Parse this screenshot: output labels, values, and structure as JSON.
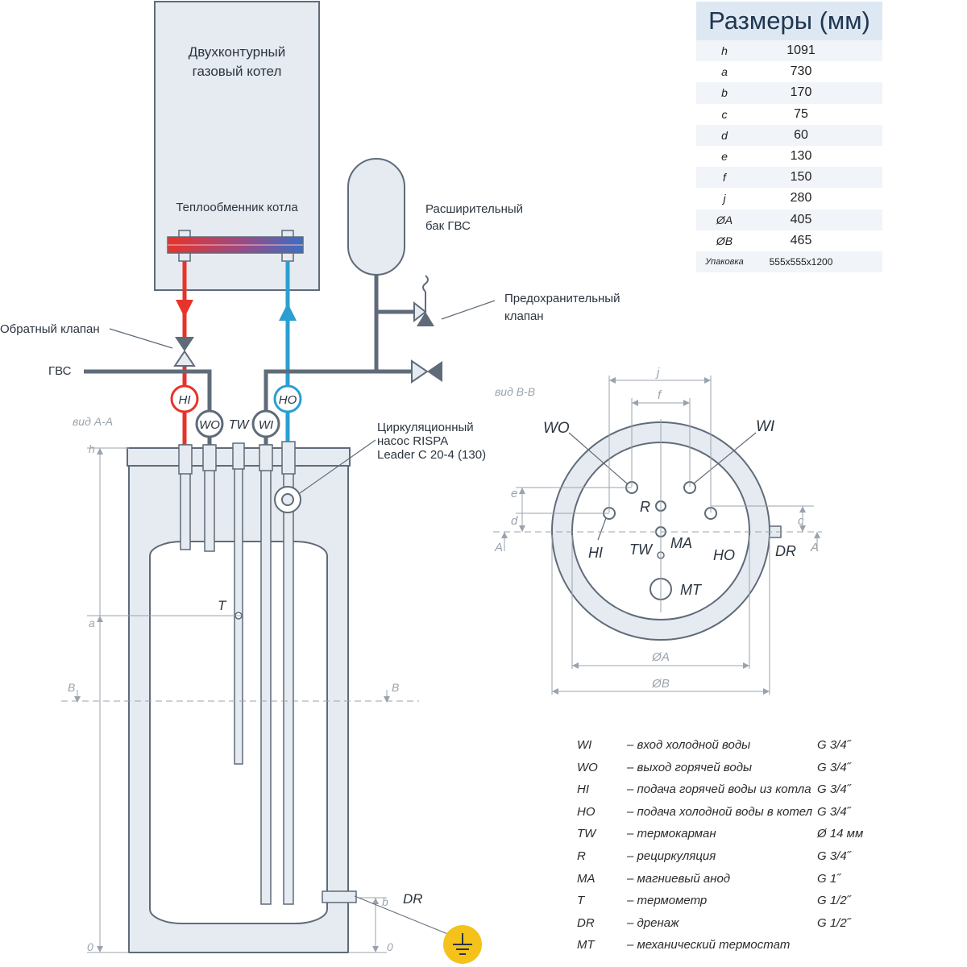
{
  "labels": {
    "boiler": [
      "Двухконтурный",
      "газовый котел"
    ],
    "heat_exchanger": "Теплообменник котла",
    "expansion_tank": [
      "Расширительный",
      "бак ГВС"
    ],
    "safety_valve": [
      "Предохранительный",
      "клапан"
    ],
    "check_valve": "Обратный клапан",
    "dhw": "ГВС",
    "pump": [
      "Циркуляционный",
      "насос RISPA",
      "Leader C 20-4 (130)"
    ],
    "view_aa": "вид А-А",
    "view_bb": "вид B-B"
  },
  "ports_side": {
    "HI": "HI",
    "HO": "HO",
    "WO": "WO",
    "WI": "WI",
    "TW": "TW",
    "T": "T",
    "DR": "DR"
  },
  "dims_side": {
    "h": "h",
    "a": "a",
    "B_left": "B",
    "B_right": "B",
    "zero_left": "0",
    "zero_right": "0",
    "b": "b"
  },
  "plan": {
    "WO": "WO",
    "WI": "WI",
    "R": "R",
    "HI": "HI",
    "TW": "TW",
    "MA": "MA",
    "HO": "HO",
    "DR": "DR",
    "MT": "MT",
    "j": "j",
    "f": "f",
    "e": "e",
    "d": "d",
    "c": "c",
    "A_left": "A",
    "A_right": "A",
    "dA": "ØA",
    "dB": "ØB"
  },
  "dimensions_table": {
    "title": "Размеры (мм)",
    "rows": [
      {
        "key": "h",
        "value": "1091"
      },
      {
        "key": "a",
        "value": "730"
      },
      {
        "key": "b",
        "value": "170"
      },
      {
        "key": "c",
        "value": "75"
      },
      {
        "key": "d",
        "value": "60"
      },
      {
        "key": "e",
        "value": "130"
      },
      {
        "key": "f",
        "value": "150"
      },
      {
        "key": "j",
        "value": "280"
      },
      {
        "key": "ØA",
        "value": "405"
      },
      {
        "key": "ØB",
        "value": "465"
      },
      {
        "key": "Упаковка",
        "value": "555x555x1200"
      }
    ]
  },
  "legend": [
    {
      "code": "WI",
      "desc": "– вход холодной воды",
      "size": "G 3/4˝"
    },
    {
      "code": "WO",
      "desc": "– выход горячей воды",
      "size": "G 3/4˝"
    },
    {
      "code": "HI",
      "desc": "– подача горячей воды из котла",
      "size": "G 3/4˝"
    },
    {
      "code": "HO",
      "desc": "– подача холодной воды в котел",
      "size": "G 3/4˝"
    },
    {
      "code": "TW",
      "desc": "– термокарман",
      "size": "Ø 14 мм"
    },
    {
      "code": "R",
      "desc": "– рециркуляция",
      "size": "G 3/4˝"
    },
    {
      "code": "MA",
      "desc": "– магниевый анод",
      "size": "G 1˝"
    },
    {
      "code": "T",
      "desc": "– термометр",
      "size": "G 1/2˝"
    },
    {
      "code": "DR",
      "desc": "– дренаж",
      "size": "G 1/2˝"
    },
    {
      "code": "MT",
      "desc": "– механический термостат",
      "size": ""
    }
  ],
  "colors": {
    "line": "#5f6b78",
    "fill_light": "#e6ebf2",
    "hot": "#e8332a",
    "cold": "#2a9fd0",
    "dim_line": "#9aa3ad",
    "ground": "#f4c21a"
  },
  "icons": [
    "ground-icon",
    "valve-icon",
    "pump-icon"
  ]
}
